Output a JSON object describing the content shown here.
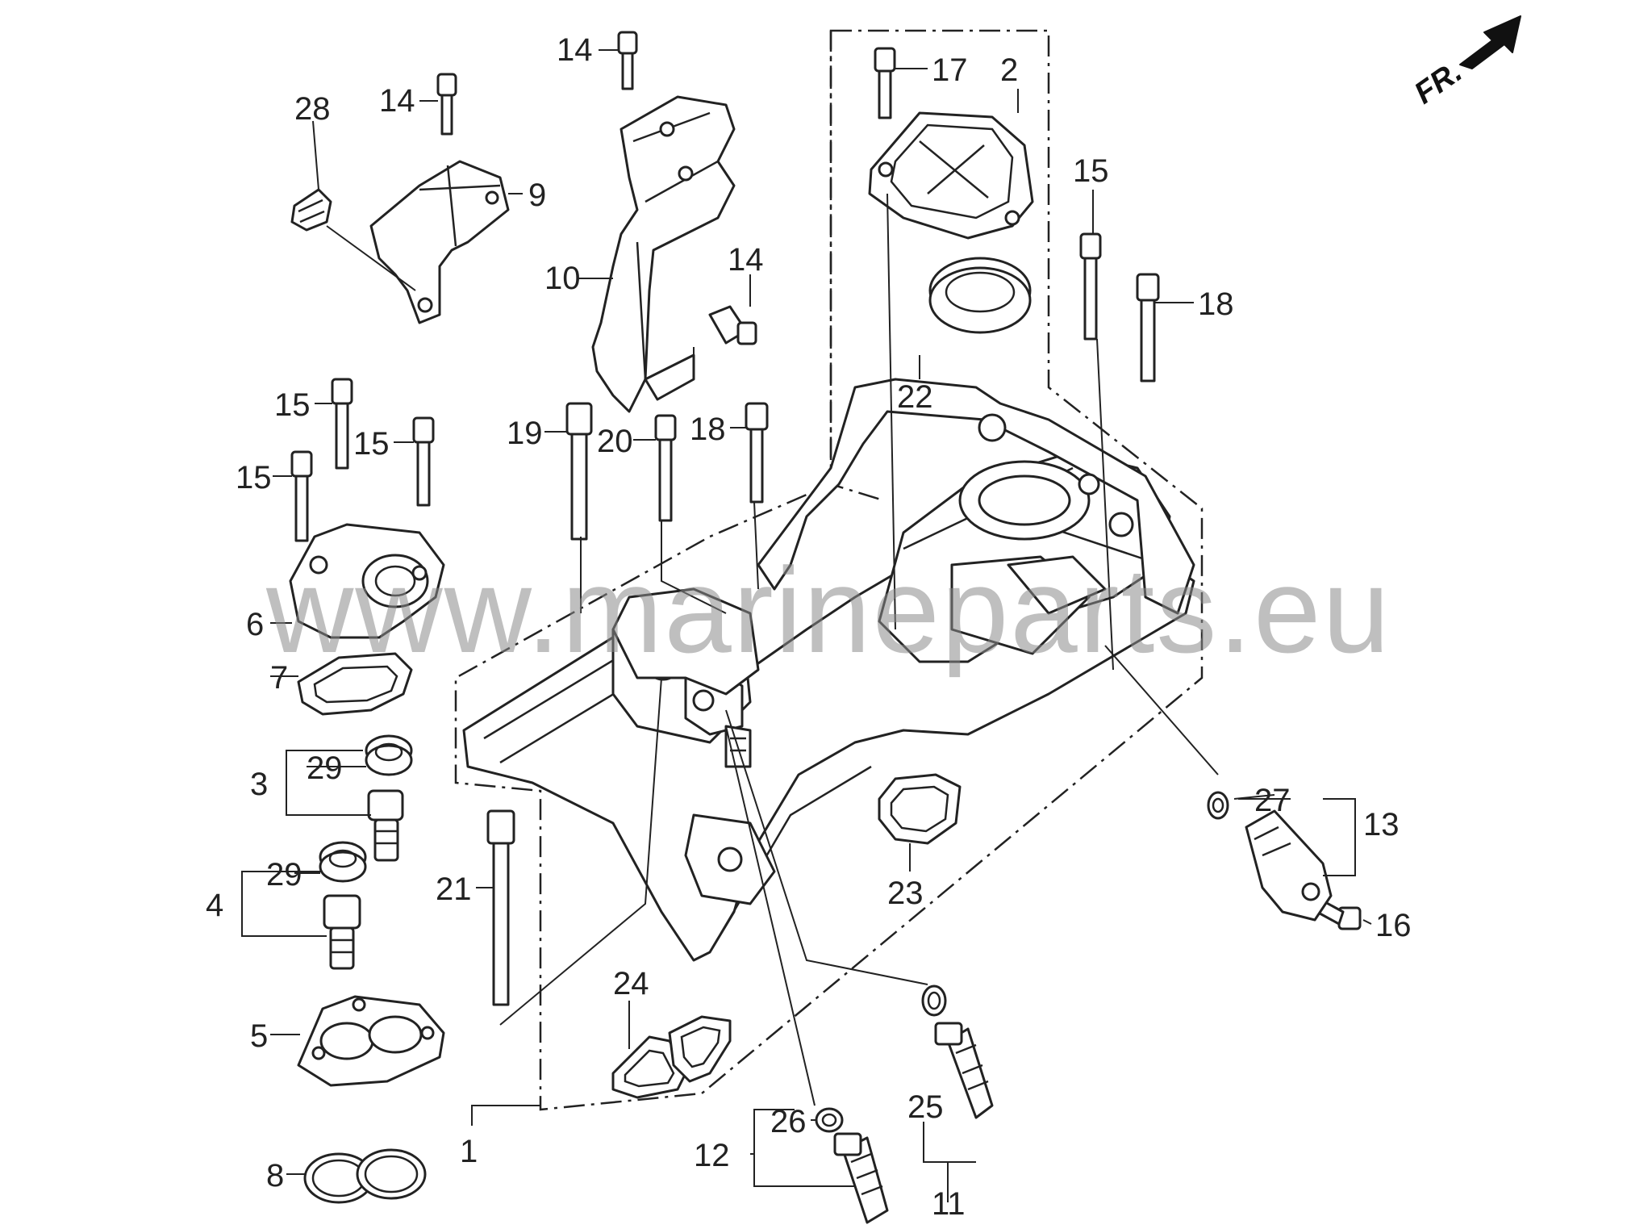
{
  "watermark": "www.marineparts.eu",
  "direction_mark": {
    "label": "FR.",
    "icon": "arrow-up-right-icon"
  },
  "callouts": [
    {
      "id": "c1",
      "label": "1"
    },
    {
      "id": "c2",
      "label": "2"
    },
    {
      "id": "c3",
      "label": "3"
    },
    {
      "id": "c4",
      "label": "4"
    },
    {
      "id": "c5",
      "label": "5"
    },
    {
      "id": "c6",
      "label": "6"
    },
    {
      "id": "c7",
      "label": "7"
    },
    {
      "id": "c8",
      "label": "8"
    },
    {
      "id": "c9",
      "label": "9"
    },
    {
      "id": "c10",
      "label": "10"
    },
    {
      "id": "c11",
      "label": "11"
    },
    {
      "id": "c12",
      "label": "12"
    },
    {
      "id": "c13",
      "label": "13"
    },
    {
      "id": "c14a",
      "label": "14"
    },
    {
      "id": "c14b",
      "label": "14"
    },
    {
      "id": "c14c",
      "label": "14"
    },
    {
      "id": "c15a",
      "label": "15"
    },
    {
      "id": "c15b",
      "label": "15"
    },
    {
      "id": "c15c",
      "label": "15"
    },
    {
      "id": "c15d",
      "label": "15"
    },
    {
      "id": "c16",
      "label": "16"
    },
    {
      "id": "c17",
      "label": "17"
    },
    {
      "id": "c18a",
      "label": "18"
    },
    {
      "id": "c18b",
      "label": "18"
    },
    {
      "id": "c19",
      "label": "19"
    },
    {
      "id": "c20",
      "label": "20"
    },
    {
      "id": "c21",
      "label": "21"
    },
    {
      "id": "c22",
      "label": "22"
    },
    {
      "id": "c23",
      "label": "23"
    },
    {
      "id": "c24",
      "label": "24"
    },
    {
      "id": "c25",
      "label": "25"
    },
    {
      "id": "c26",
      "label": "26"
    },
    {
      "id": "c27",
      "label": "27"
    },
    {
      "id": "c28",
      "label": "28"
    },
    {
      "id": "c29a",
      "label": "29"
    },
    {
      "id": "c29b",
      "label": "29"
    }
  ]
}
